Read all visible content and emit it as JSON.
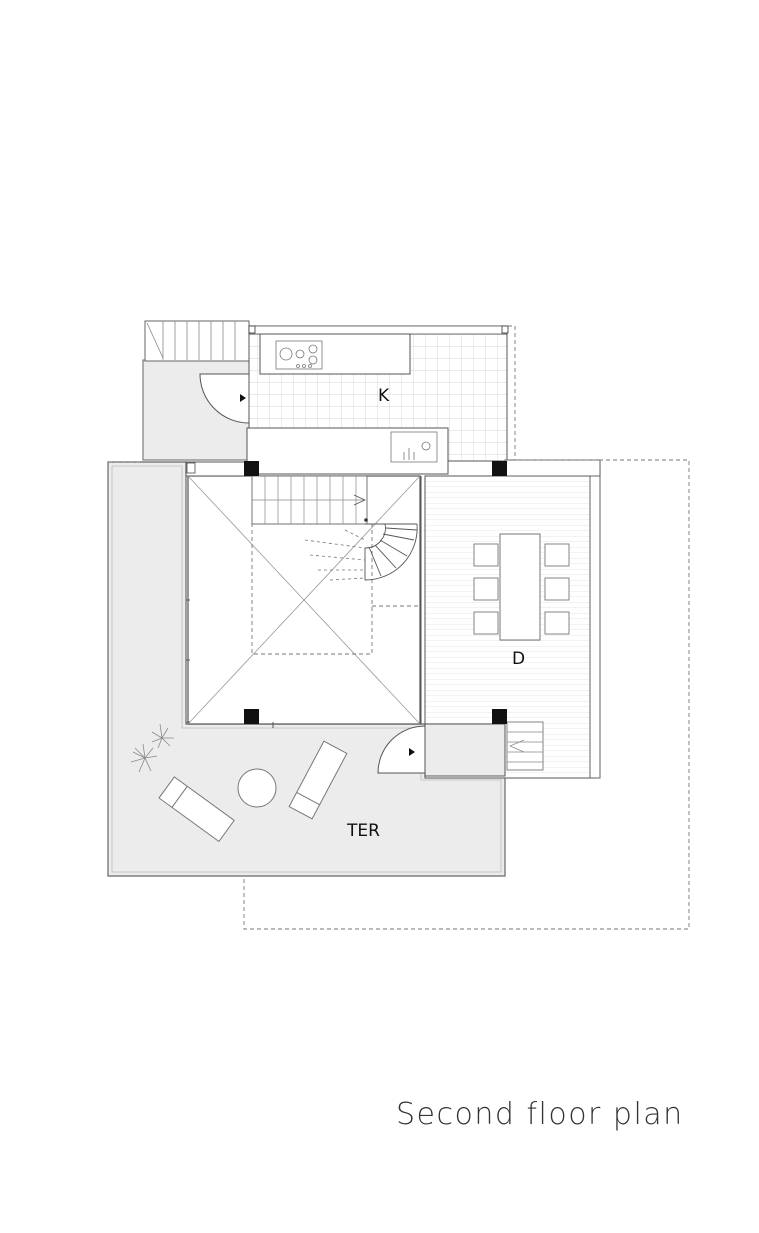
{
  "rooms": {
    "kitchen": "K",
    "dining": "D",
    "terrace": "TER"
  },
  "caption": "Second floor plan",
  "colors": {
    "wall": "#555555",
    "line": "#999999",
    "terrace_fill": "#ececec",
    "column": "#111111",
    "dashed": "#777777"
  }
}
